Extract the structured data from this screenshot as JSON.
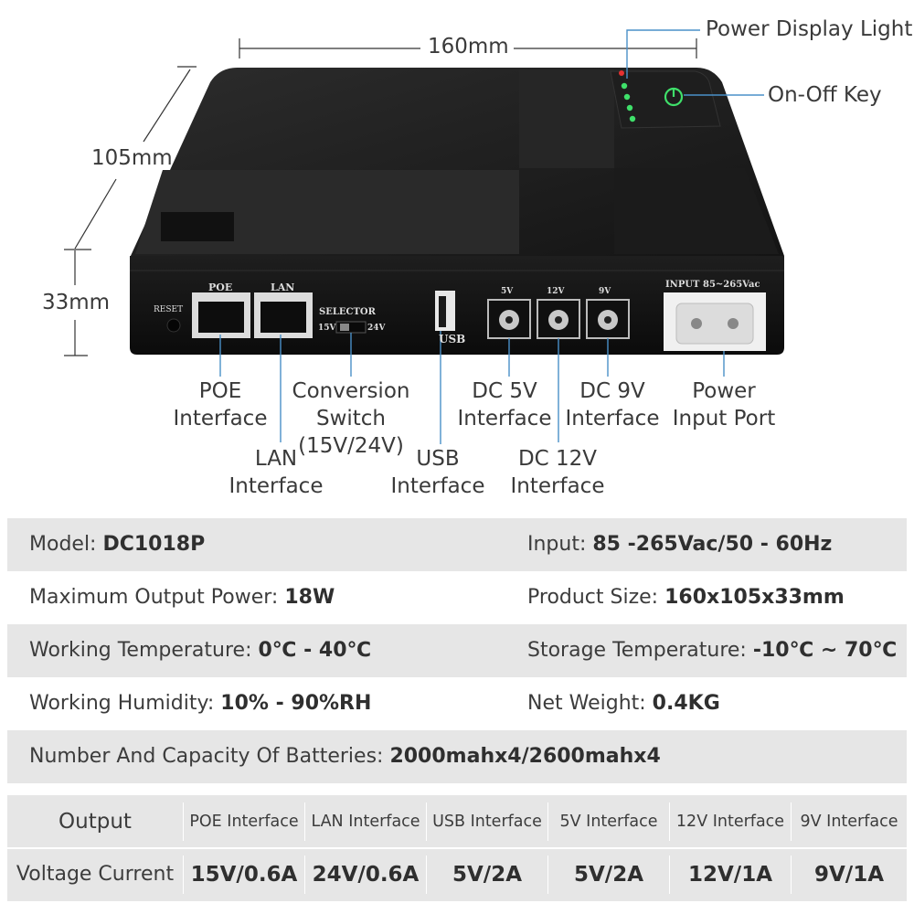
{
  "dimensions": {
    "width": "160mm",
    "depth": "105mm",
    "height": "33mm"
  },
  "callouts": {
    "power_display_light": "Power Display Light",
    "on_off_key": "On-Off Key",
    "poe_interface": [
      "POE",
      "Interface"
    ],
    "lan_interface": [
      "LAN",
      "Interface"
    ],
    "conversion_switch": [
      "Conversion",
      "Switch",
      "(15V/24V)"
    ],
    "usb_interface": [
      "USB",
      "Interface"
    ],
    "dc5v_interface": [
      "DC 5V",
      "Interface"
    ],
    "dc12v_interface": [
      "DC 12V",
      "Interface"
    ],
    "dc9v_interface": [
      "DC 9V",
      "Interface"
    ],
    "power_input_port": [
      "Power",
      "Input Port"
    ]
  },
  "device_labels": {
    "reset": "RESET",
    "poe": "POE",
    "lan": "LAN",
    "selector": "SELECTOR",
    "v15": "15V",
    "v24": "24V",
    "usb": "USB",
    "p5v": "5V",
    "p12v": "12V",
    "p9v": "9V",
    "input": "INPUT 85~265Vac"
  },
  "specs": [
    {
      "left_label": "Model: ",
      "left_value": "DC1018P",
      "right_label": "Input: ",
      "right_value": "85 -265Vac/50 - 60Hz"
    },
    {
      "left_label": "Maximum Output Power: ",
      "left_value": "18W",
      "right_label": "Product Size: ",
      "right_value": "160x105x33mm"
    },
    {
      "left_label": "Working Temperature: ",
      "left_value": "0℃ - 40℃",
      "right_label": "Storage Temperature: ",
      "right_value": "-10℃ ~ 70℃"
    },
    {
      "left_label": "Working Humidity: ",
      "left_value": "10% - 90%RH",
      "right_label": "Net Weight: ",
      "right_value": "0.4KG"
    },
    {
      "left_label": "Number And Capacity Of Batteries: ",
      "left_value": "2000mahx4/2600mahx4",
      "right_label": "",
      "right_value": ""
    }
  ],
  "output_table": {
    "header_label": "Output",
    "row_label": "Voltage Current",
    "columns": [
      "POE Interface",
      "LAN Interface",
      "USB Interface",
      "5V Interface",
      "12V Interface",
      "9V Interface"
    ],
    "values": [
      "15V/0.6A",
      "24V/0.6A",
      "5V/2A",
      "5V/2A",
      "12V/1A",
      "9V/1A"
    ]
  }
}
